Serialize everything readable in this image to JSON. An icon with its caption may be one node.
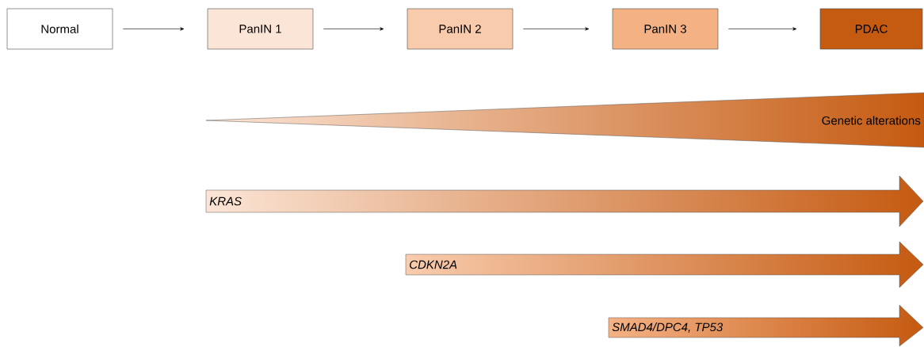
{
  "diagram": {
    "nodes": [
      {
        "text": [
          "Normal"
        ]
      },
      {
        "text": [
          "PanIN 1"
        ]
      },
      {
        "text": [
          "PanIN 2"
        ]
      },
      {
        "text": [
          "PanIN 3"
        ]
      },
      {
        "text": [
          "PDAC"
        ]
      },
      {
        "text": [
          "Genetic alterations"
        ]
      },
      {
        "text": [
          "KRAS"
        ]
      },
      {
        "text": [
          "CDKN2A"
        ]
      },
      {
        "text": [
          "SMAD4/DPC4, TP53"
        ]
      }
    ],
    "edges": [
      {
        "from": 0,
        "to": 1,
        "arrow": "to"
      },
      {
        "from": 1,
        "to": 2,
        "arrow": "to"
      },
      {
        "from": 2,
        "to": 3,
        "arrow": "to"
      },
      {
        "from": 3,
        "to": 4,
        "arrow": "to"
      }
    ]
  }
}
